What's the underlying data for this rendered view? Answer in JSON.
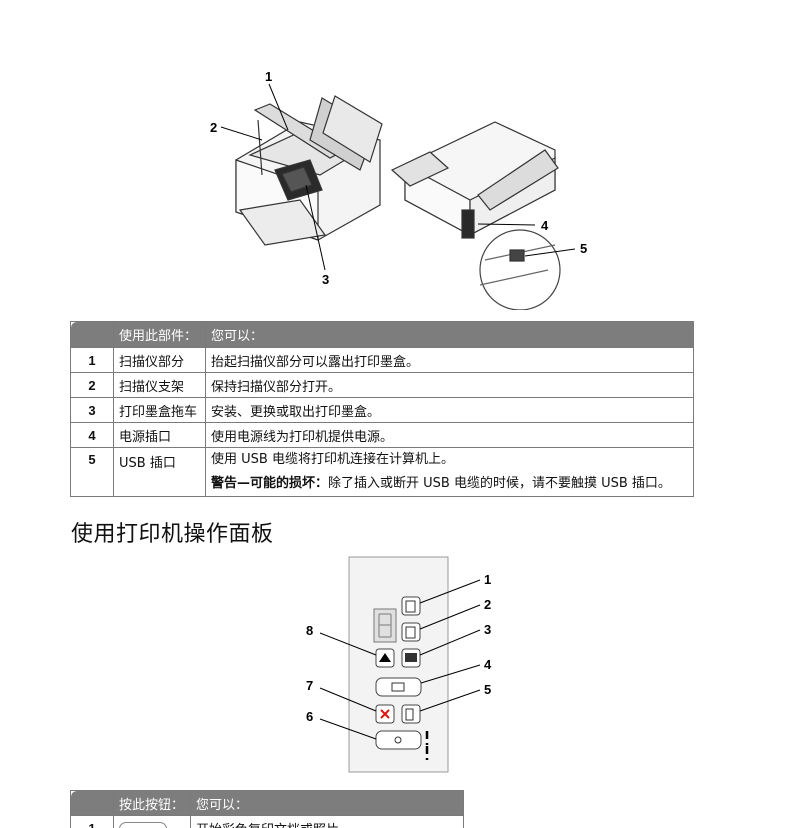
{
  "printer_figure": {
    "callouts": [
      "1",
      "2",
      "3",
      "4",
      "5"
    ]
  },
  "parts_table": {
    "headers": [
      "",
      "使用此部件：",
      "您可以："
    ],
    "rows": [
      {
        "num": "1",
        "part": "扫描仪部分",
        "action": "抬起扫描仪部分可以露出打印墨盒。"
      },
      {
        "num": "2",
        "part": "扫描仪支架",
        "action": "保持扫描仪部分打开。"
      },
      {
        "num": "3",
        "part": "打印墨盒拖车",
        "action": "安装、更换或取出打印墨盒。"
      },
      {
        "num": "4",
        "part": "电源插口",
        "action": "使用电源线为打印机提供电源。"
      },
      {
        "num": "5",
        "part": "USB 插口",
        "action": "使用 USB 电缆将打印机连接在计算机上。",
        "warning_label": "警告—可能的损坏：",
        "warning_text": "除了插入或断开 USB 电缆的时候，请不要触摸 USB 插口。"
      }
    ]
  },
  "section_title": "使用打印机操作面板",
  "panel_figure": {
    "callouts": [
      "1",
      "2",
      "3",
      "4",
      "5",
      "6",
      "7",
      "8"
    ]
  },
  "buttons_table": {
    "headers": [
      "",
      "按此按钮：",
      "您可以："
    ],
    "rows": [
      {
        "num": "1",
        "action": "开始彩色复印文档或照片。"
      }
    ]
  }
}
